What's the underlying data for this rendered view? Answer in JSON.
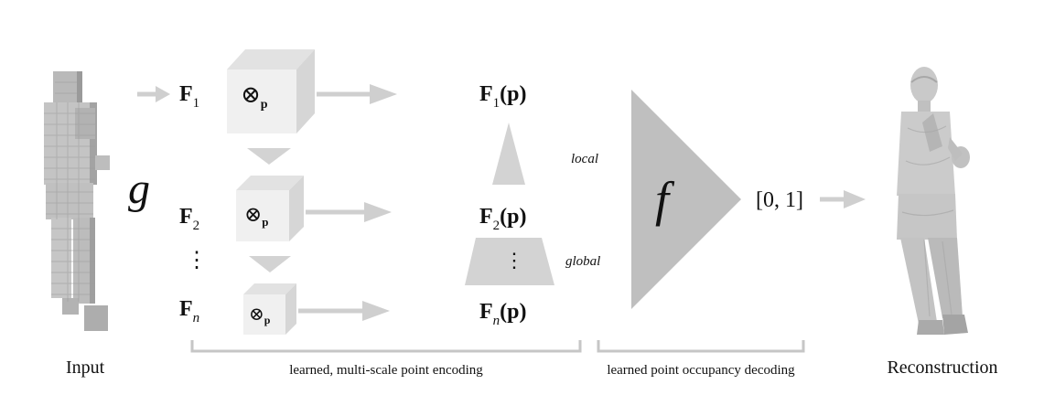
{
  "input_label": "Input",
  "reconstruction_label": "Reconstruction",
  "encoder_symbol": "g",
  "decoder_symbol": "f",
  "output_range": "[0, 1]",
  "features": [
    {
      "name": "F",
      "sub": "1",
      "sample": "F",
      "sample_sub": "1",
      "arg": "(p)"
    },
    {
      "name": "F",
      "sub": "2",
      "sample": "F",
      "sample_sub": "2",
      "arg": "(p)"
    },
    {
      "name": "F",
      "sub": "n",
      "sample": "F",
      "sample_sub": "n",
      "arg": "(p)"
    }
  ],
  "sampling_op": "⊗",
  "sampling_sub": "p",
  "vdots": "⋮",
  "local_label": "local",
  "global_label": "global",
  "encoding_caption": "learned, multi-scale point encoding",
  "decoding_caption": "learned point occupancy decoding",
  "colors": {
    "arrow": "#cfcfcf",
    "cube_front": "#f0f0f0",
    "cube_top": "#e2e2e2",
    "cube_side": "#d6d6d6",
    "decoder": "#bfbfbf",
    "pyramid": "#d3d3d3",
    "bracket": "#c6c6c6"
  }
}
